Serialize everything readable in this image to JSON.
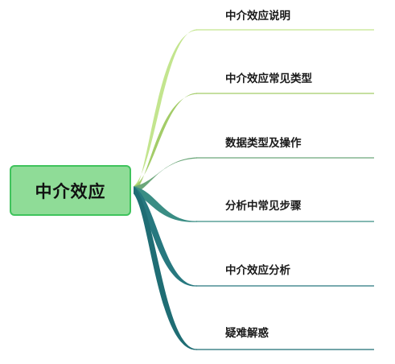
{
  "root": {
    "label": "中介效应",
    "fill_color": "#8fdc97",
    "border_color": "#3fc35c"
  },
  "branches": [
    {
      "label": "中介效应说明",
      "color": "#c3e58e"
    },
    {
      "label": "中介效应常见类型",
      "color": "#a3cc68"
    },
    {
      "label": "数据类型及操作",
      "color": "#6ca77a"
    },
    {
      "label": "分析中常见步骤",
      "color": "#3a8d84"
    },
    {
      "label": "中介效应分析",
      "color": "#27787f"
    },
    {
      "label": "疑难解惑",
      "color": "#1f6d74"
    }
  ]
}
